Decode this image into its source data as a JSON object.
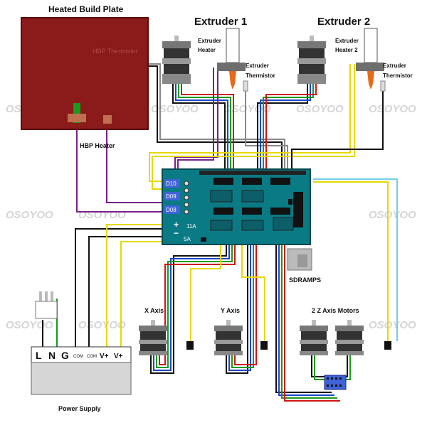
{
  "labels": {
    "heated_build_plate": "Heated Build Plate",
    "hbp_thermistor": "HBP Thermistor",
    "hbp_heater": "HBP Heater",
    "extruder1": "Extruder 1",
    "extruder2": "Extruder 2",
    "extruder_heater": "Extruder Heater",
    "extruder_heater_2": "Extruder Heater 2",
    "extruder_thermistor": "Extruder Thermistor",
    "d10": "D10",
    "d09": "D09",
    "d08": "D08",
    "v11a": "11A",
    "v5a": "5A",
    "sdramps": "SDRAMPS",
    "x_axis": "X Axis",
    "y_axis": "Y Axis",
    "z_axis": "2 Z Axis Motors",
    "power_supply": "Power Supply",
    "psu_l": "L",
    "psu_n": "N",
    "psu_g": "G",
    "psu_com1": "COM",
    "psu_com2": "COM",
    "psu_v1": "V+",
    "psu_v2": "V+",
    "watermark": "OSOYOO"
  },
  "colors": {
    "plate": "#8b1a1a",
    "board": "#0a7a85",
    "wire_red": "#d01515",
    "wire_black": "#111111",
    "wire_yellow": "#e6d800",
    "wire_green": "#1a9a1a",
    "wire_blue": "#1c46c8",
    "wire_purple": "#7a1f8a",
    "wire_gray": "#888888",
    "wire_cyan": "#6fd0e8",
    "connector_blue": "#3f63d8"
  }
}
